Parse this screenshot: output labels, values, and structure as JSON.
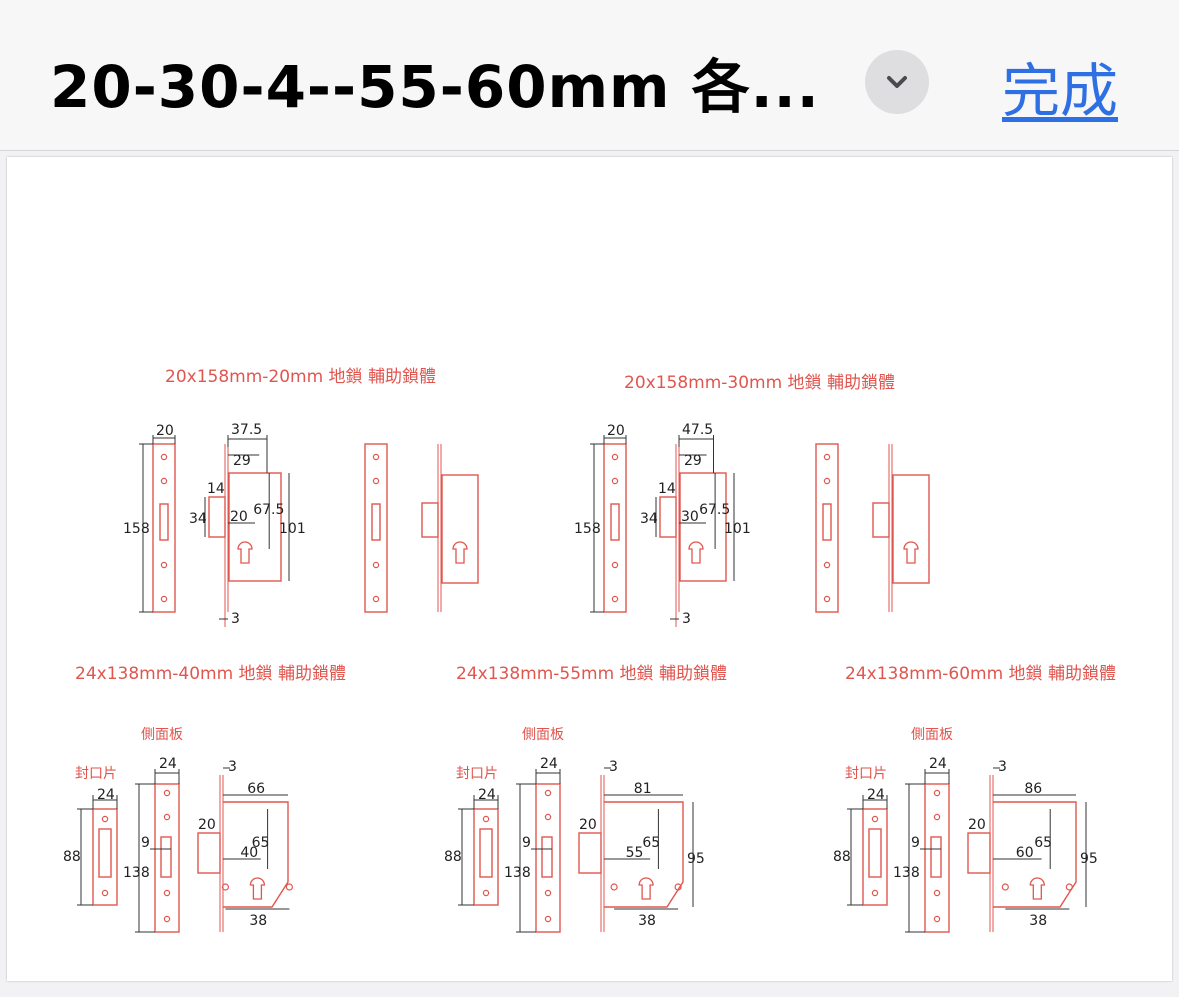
{
  "header": {
    "title": "20-30-4--55-60mm 各...",
    "done_label": "完成"
  },
  "icons": {
    "dropdown": "chevron-down-icon"
  },
  "colors": {
    "accent": "#2f6fe4",
    "drawing_red": "#e0564f"
  },
  "drawing": {
    "top_titles": [
      "20x158mm-20mm  地鎖  輔助鎖體",
      "20x158mm-30mm  地鎖  輔助鎖體"
    ],
    "bottom_titles": [
      "24x138mm-40mm  地鎖  輔助鎖體",
      "24x138mm-55mm  地鎖  輔助鎖體",
      "24x138mm-60mm  地鎖  輔助鎖體"
    ],
    "side_panel_label": "側面板",
    "cover_plate_label": "封口片",
    "top_dims": [
      {
        "w": "20",
        "h": "158",
        "a": "37.5",
        "b": "29",
        "c": "14",
        "d": "34",
        "e": "20",
        "f": "67.5",
        "g": "101",
        "t": "3"
      },
      {
        "w": "20",
        "h": "158",
        "a": "47.5",
        "b": "29",
        "c": "14",
        "d": "34",
        "e": "30",
        "f": "67.5",
        "g": "101",
        "t": "3"
      }
    ],
    "bottom_dims": [
      {
        "cw": "24",
        "ch": "88",
        "pw": "24",
        "p9": "9",
        "ph": "138",
        "t": "3",
        "w": "66",
        "b20": "20",
        "h65": "65",
        "bs": "40",
        "s38": "38",
        "h95": ""
      },
      {
        "cw": "24",
        "ch": "88",
        "pw": "24",
        "p9": "9",
        "ph": "138",
        "t": "3",
        "w": "81",
        "b20": "20",
        "h65": "65",
        "bs": "55",
        "s38": "38",
        "h95": "95"
      },
      {
        "cw": "24",
        "ch": "88",
        "pw": "24",
        "p9": "9",
        "ph": "138",
        "t": "3",
        "w": "86",
        "b20": "20",
        "h65": "65",
        "bs": "60",
        "s38": "38",
        "h95": "95"
      }
    ]
  }
}
